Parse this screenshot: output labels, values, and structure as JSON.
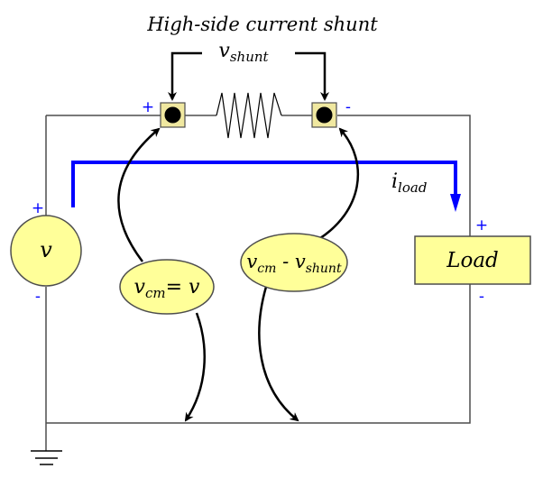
{
  "title": "High-side current shunt",
  "labels": {
    "v_shunt": {
      "main": "v",
      "sub": "shunt"
    },
    "source": "v",
    "load": "Load",
    "i_load": {
      "main": "i",
      "sub": "load"
    },
    "vcm_left": {
      "main": "v",
      "sub": "cm",
      "rest": "= v"
    },
    "vcm_right": {
      "main": "v",
      "sub": "cm",
      "mid": " - v",
      "sub2": "shunt"
    }
  },
  "polarity": {
    "shunt_plus": "+",
    "shunt_minus": "-",
    "source_plus": "+",
    "source_minus": "-",
    "load_plus": "+",
    "load_minus": "-"
  },
  "colors": {
    "wire": "#4d4d4d",
    "current_arrow": "#0000ff",
    "polarity": "#0000ff",
    "component_fill": "#ffff99",
    "terminal_fill": "#f0e8a0"
  }
}
